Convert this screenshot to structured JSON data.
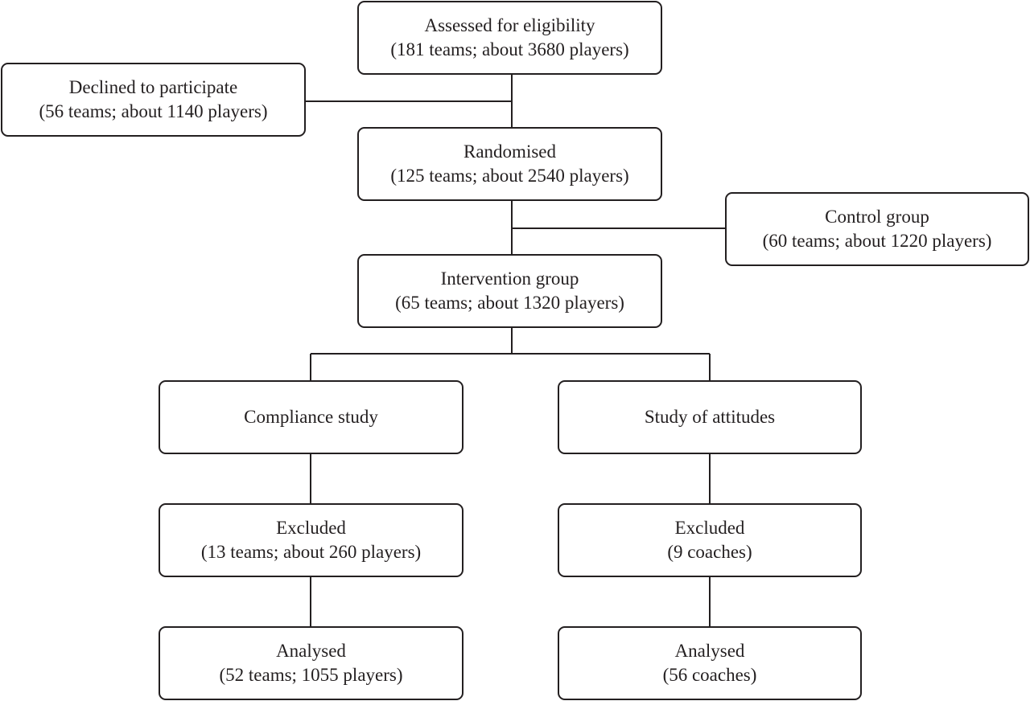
{
  "flowchart": {
    "assessed": {
      "title": "Assessed for eligibility",
      "detail": "(181 teams; about 3680 players)"
    },
    "declined": {
      "title": "Declined to participate",
      "detail": "(56 teams; about 1140 players)"
    },
    "randomised": {
      "title": "Randomised",
      "detail": "(125 teams; about 2540 players)"
    },
    "control": {
      "title": "Control group",
      "detail": "(60 teams; about 1220 players)"
    },
    "intervention": {
      "title": "Intervention group",
      "detail": "(65 teams; about 1320 players)"
    },
    "compliance": {
      "title": "Compliance study"
    },
    "attitudes": {
      "title": "Study of attitudes"
    },
    "excluded_compliance": {
      "title": "Excluded",
      "detail": "(13 teams; about 260 players)"
    },
    "excluded_attitudes": {
      "title": "Excluded",
      "detail": "(9 coaches)"
    },
    "analysed_compliance": {
      "title": "Analysed",
      "detail": "(52 teams; 1055 players)"
    },
    "analysed_attitudes": {
      "title": "Analysed",
      "detail": "(56 coaches)"
    }
  },
  "colors": {
    "line": "#231f20",
    "background": "#ffffff"
  }
}
